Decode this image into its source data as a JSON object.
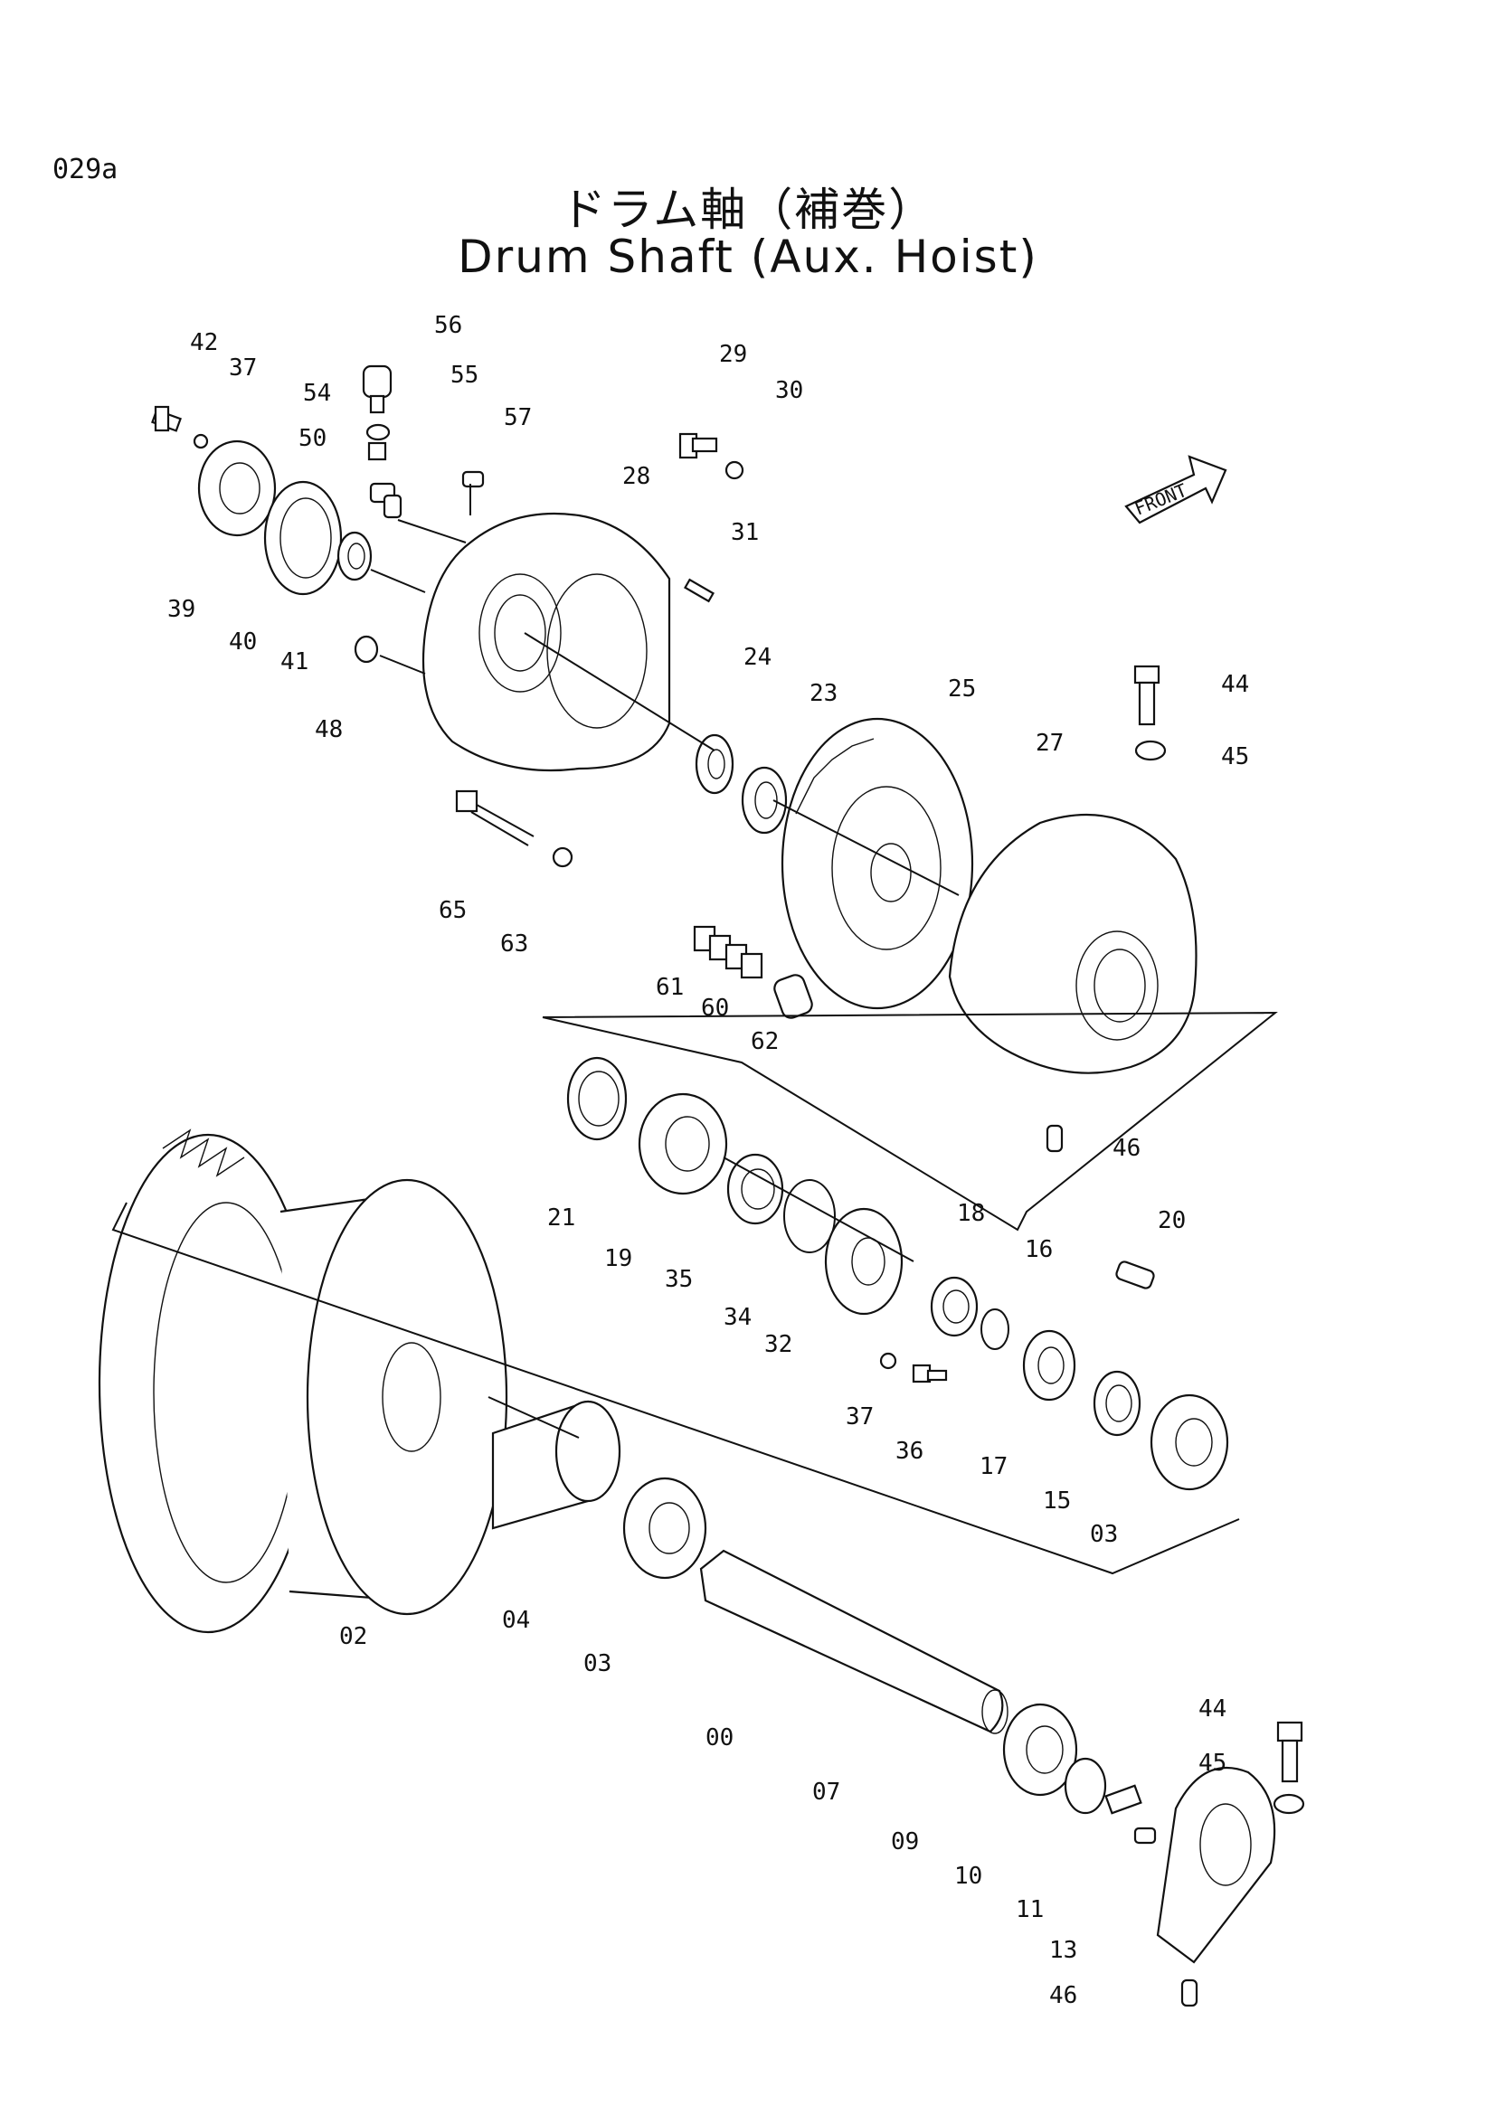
{
  "page_code": "029a",
  "title_jp": "ドラム軸（補巻）",
  "title_en": "Drum Shaft (Aux. Hoist)",
  "front_label": "FRONT",
  "part_callouts": [
    "42",
    "37",
    "56",
    "55",
    "54",
    "50",
    "57",
    "28",
    "29",
    "30",
    "31",
    "39",
    "40",
    "41",
    "48",
    "24",
    "23",
    "25",
    "27",
    "44",
    "45",
    "65",
    "63",
    "61",
    "60",
    "62",
    "46",
    "21",
    "19",
    "35",
    "34",
    "32",
    "18",
    "16",
    "20",
    "37",
    "36",
    "17",
    "15",
    "03",
    "02",
    "04",
    "03",
    "00",
    "07",
    "09",
    "10",
    "11",
    "13",
    "46",
    "44",
    "45"
  ]
}
